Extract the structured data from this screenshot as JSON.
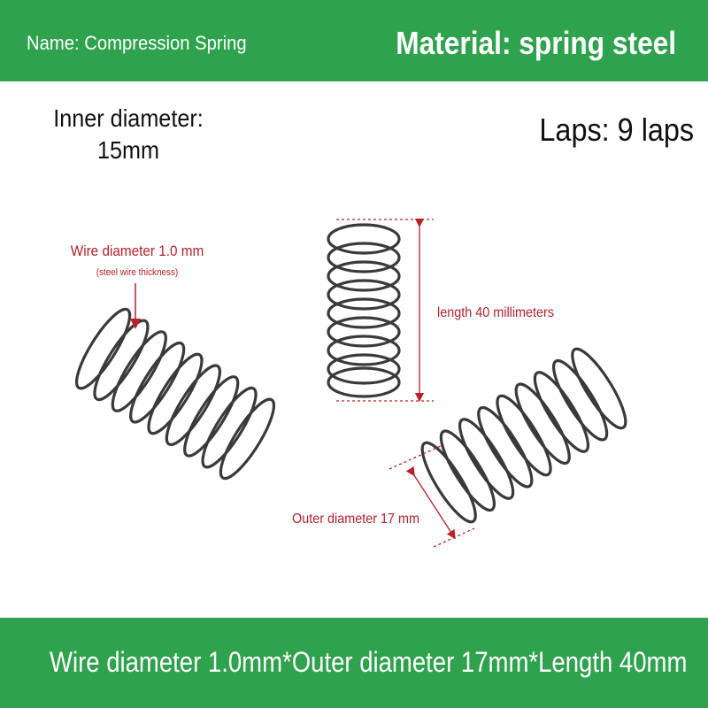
{
  "header": {
    "name": "Name: Compression Spring",
    "material": "Material: spring steel"
  },
  "specs": {
    "inner_diameter_line1": "Inner diameter:",
    "inner_diameter_line2": "15mm",
    "laps": "Laps: 9 laps"
  },
  "annotations": {
    "wire_diameter": "Wire diameter 1.0 mm",
    "wire_note": "(steel wire thickness)",
    "length": "length 40 millimeters",
    "outer_diameter": "Outer diameter 17 mm"
  },
  "footer": {
    "summary": "Wire diameter 1.0mm*Outer diameter 17mm*Length 40mm"
  },
  "colors": {
    "banner_green": "#2ea24d",
    "annotation_red": "#b8202a",
    "spring_steel": "#3a3a3a"
  }
}
